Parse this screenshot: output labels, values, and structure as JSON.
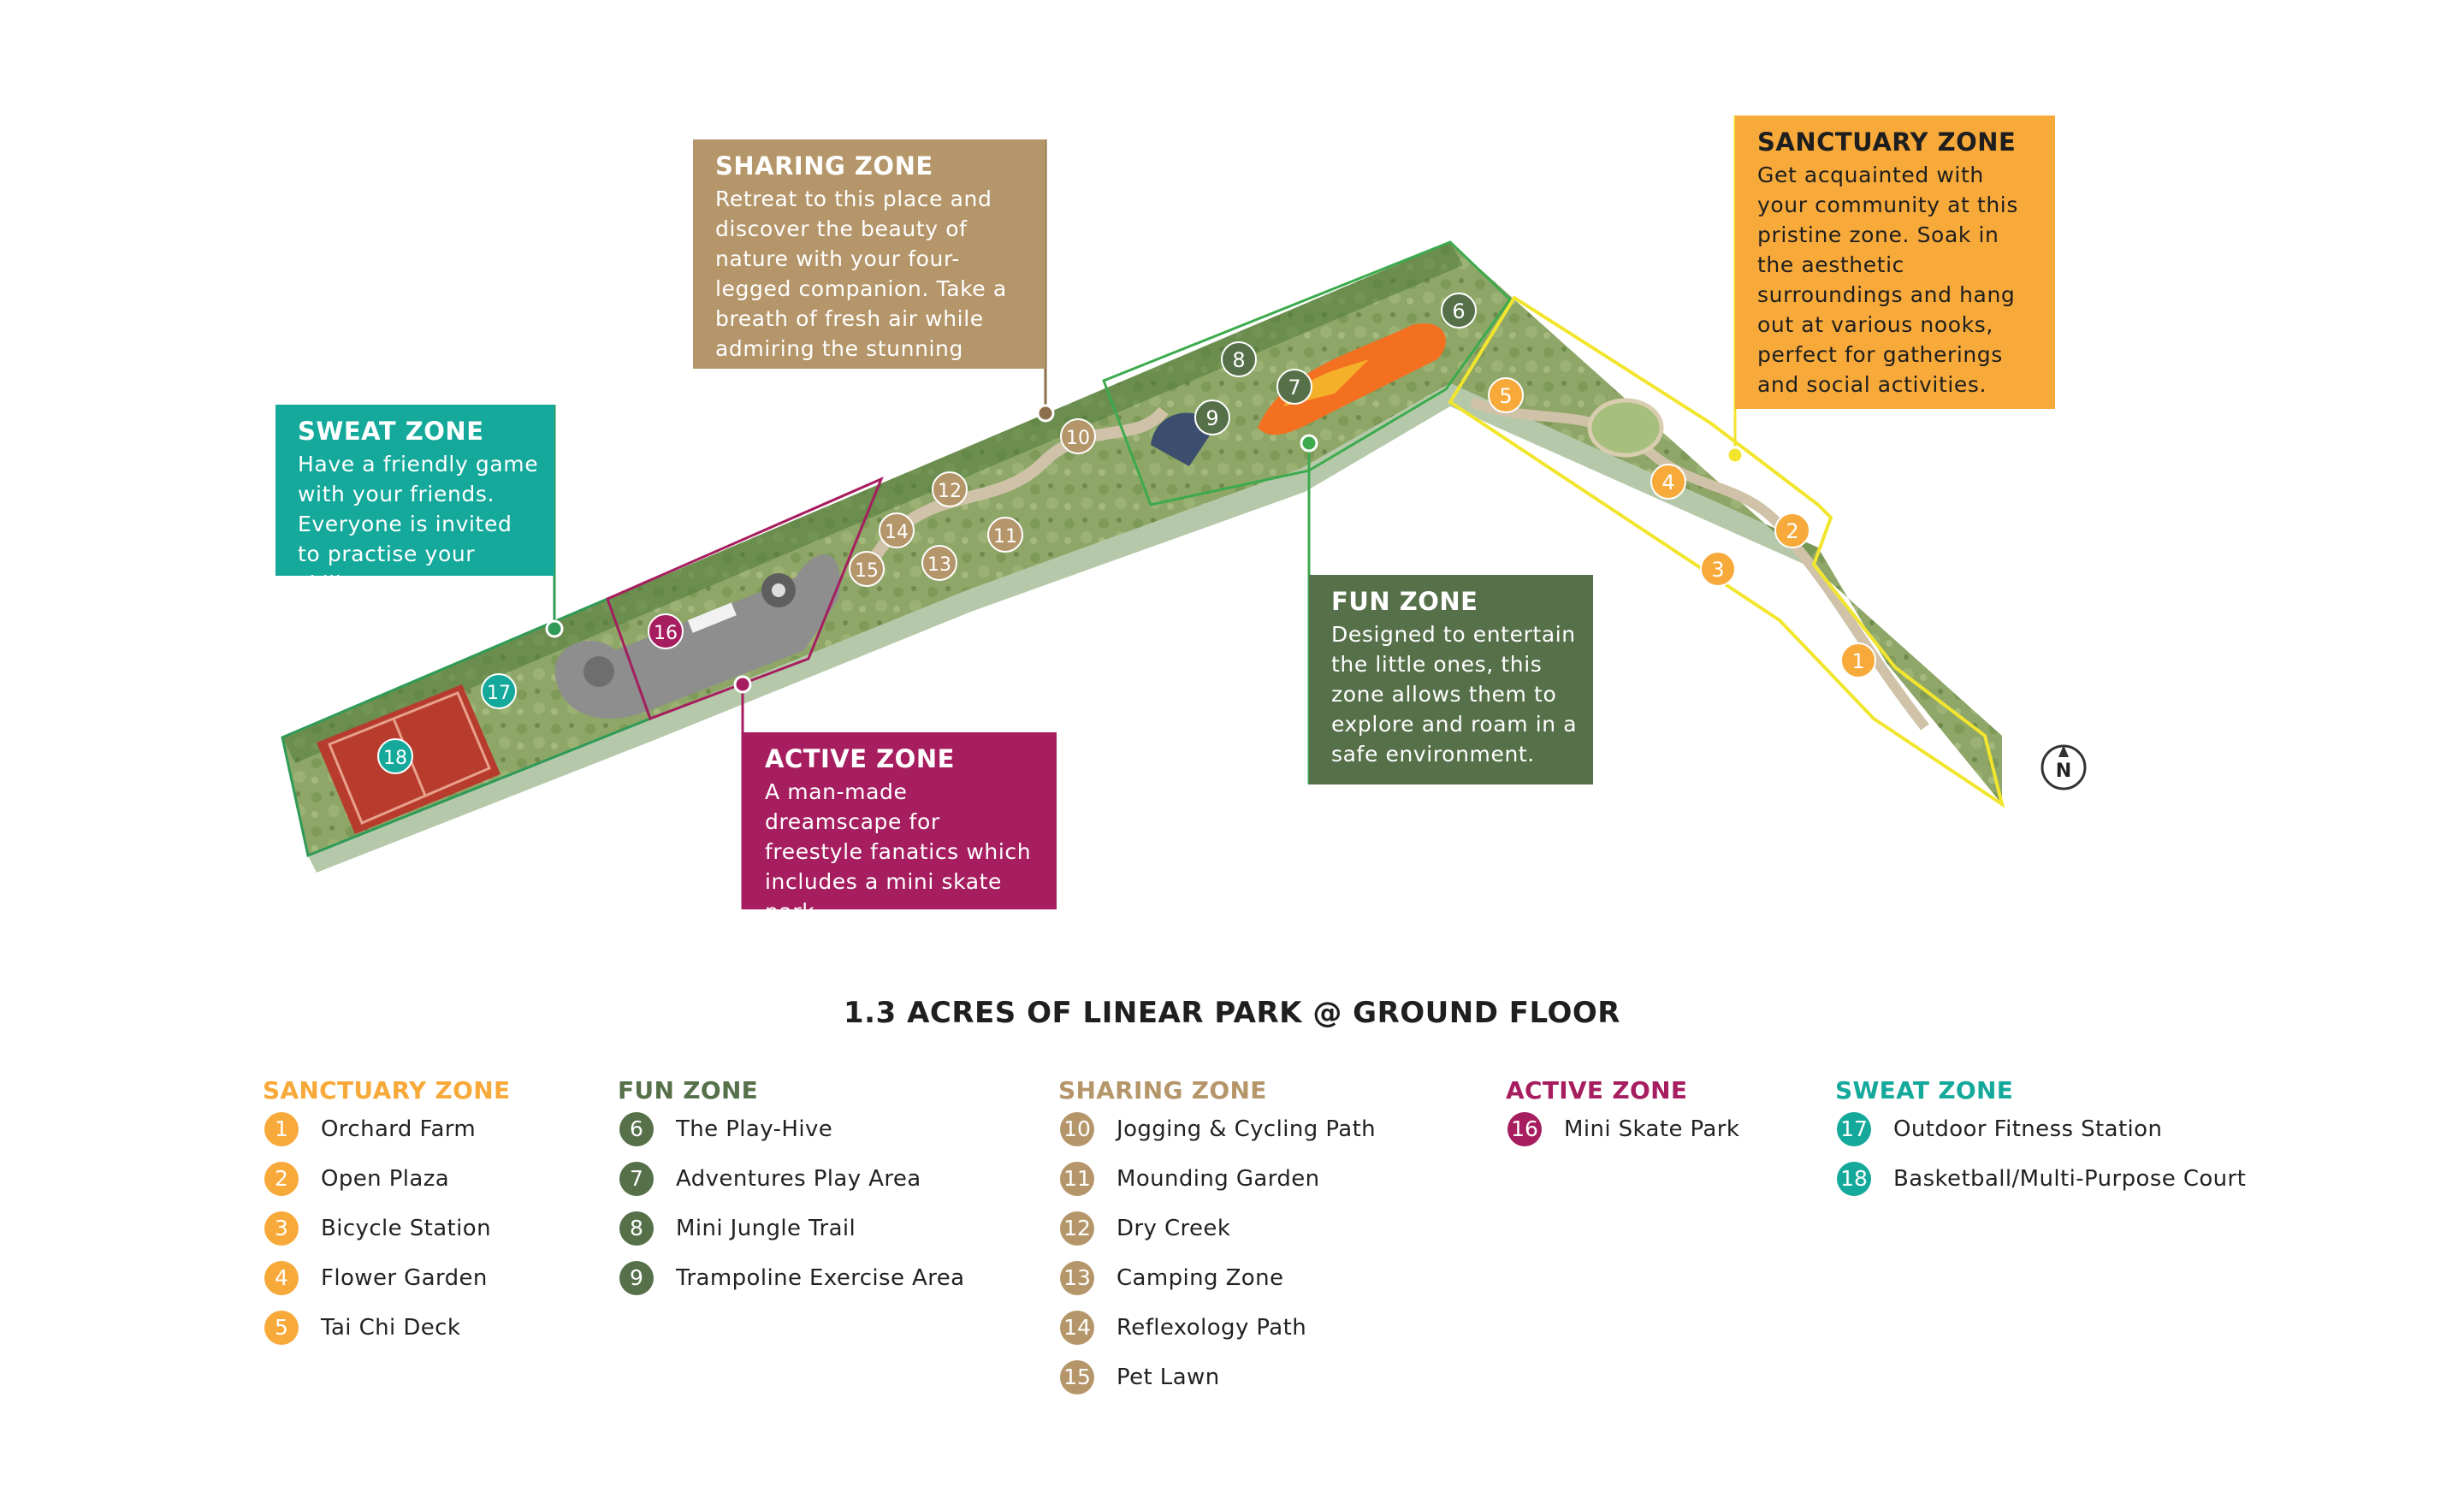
{
  "title": "1.3 ACRES OF LINEAR PARK @ GROUND FLOOR",
  "colors": {
    "sanctuary": "#F7A93A",
    "fun": "#56704A",
    "sharing": "#B5966A",
    "active": "#A61E5F",
    "sweat": "#14A99B",
    "sanctuary_outline": "#F2E52E",
    "fun_outline": "#3DAA4E",
    "sweat_outline": "#2F9B57"
  },
  "callouts": {
    "sharing": {
      "title": "SHARING ZONE",
      "text": "Retreat to this place and discover the beauty of nature with your four-legged companion. Take a breath of fresh air while admiring the stunning scenery."
    },
    "sanctuary": {
      "title": "SANCTUARY ZONE",
      "text": "Get acquainted with your community at this pristine zone. Soak in the aesthetic surroundings and hang out at various nooks, perfect for gatherings and social activities."
    },
    "sweat": {
      "title": "SWEAT ZONE",
      "text": "Have a friendly game with your friends. Everyone is invited to practise your skills."
    },
    "fun": {
      "title": "FUN ZONE",
      "text": "Designed to entertain the little ones, this zone allows them to explore and roam in a safe environment."
    },
    "active": {
      "title": "ACTIVE ZONE",
      "text": "A man-made dreamscape for freestyle fanatics which includes a mini skate park."
    }
  },
  "map_markers": [
    {
      "n": "1",
      "zone": "sanctuary"
    },
    {
      "n": "2",
      "zone": "sanctuary"
    },
    {
      "n": "3",
      "zone": "sanctuary"
    },
    {
      "n": "4",
      "zone": "sanctuary"
    },
    {
      "n": "5",
      "zone": "sanctuary"
    },
    {
      "n": "6",
      "zone": "fun"
    },
    {
      "n": "7",
      "zone": "fun"
    },
    {
      "n": "8",
      "zone": "fun"
    },
    {
      "n": "9",
      "zone": "fun"
    },
    {
      "n": "10",
      "zone": "sharing"
    },
    {
      "n": "11",
      "zone": "sharing"
    },
    {
      "n": "12",
      "zone": "sharing"
    },
    {
      "n": "13",
      "zone": "sharing"
    },
    {
      "n": "14",
      "zone": "sharing"
    },
    {
      "n": "15",
      "zone": "sharing"
    },
    {
      "n": "16",
      "zone": "active"
    },
    {
      "n": "17",
      "zone": "sweat"
    },
    {
      "n": "18",
      "zone": "sweat"
    }
  ],
  "compass_label": "N",
  "legend": {
    "sanctuary": {
      "title": "SANCTUARY ZONE",
      "items": [
        {
          "n": "1",
          "label": "Orchard Farm"
        },
        {
          "n": "2",
          "label": "Open Plaza"
        },
        {
          "n": "3",
          "label": "Bicycle Station"
        },
        {
          "n": "4",
          "label": "Flower Garden"
        },
        {
          "n": "5",
          "label": "Tai Chi Deck"
        }
      ]
    },
    "fun": {
      "title": "FUN ZONE",
      "items": [
        {
          "n": "6",
          "label": "The Play-Hive"
        },
        {
          "n": "7",
          "label": "Adventures Play Area"
        },
        {
          "n": "8",
          "label": "Mini Jungle Trail"
        },
        {
          "n": "9",
          "label": "Trampoline Exercise Area"
        }
      ]
    },
    "sharing": {
      "title": "SHARING ZONE",
      "items": [
        {
          "n": "10",
          "label": "Jogging & Cycling Path"
        },
        {
          "n": "11",
          "label": "Mounding Garden"
        },
        {
          "n": "12",
          "label": "Dry Creek"
        },
        {
          "n": "13",
          "label": "Camping Zone"
        },
        {
          "n": "14",
          "label": "Reflexology Path"
        },
        {
          "n": "15",
          "label": "Pet Lawn"
        }
      ]
    },
    "active": {
      "title": "ACTIVE ZONE",
      "items": [
        {
          "n": "16",
          "label": "Mini Skate Park"
        }
      ]
    },
    "sweat": {
      "title": "SWEAT ZONE",
      "items": [
        {
          "n": "17",
          "label": "Outdoor Fitness Station"
        },
        {
          "n": "18",
          "label": "Basketball/Multi-Purpose Court"
        }
      ]
    }
  }
}
